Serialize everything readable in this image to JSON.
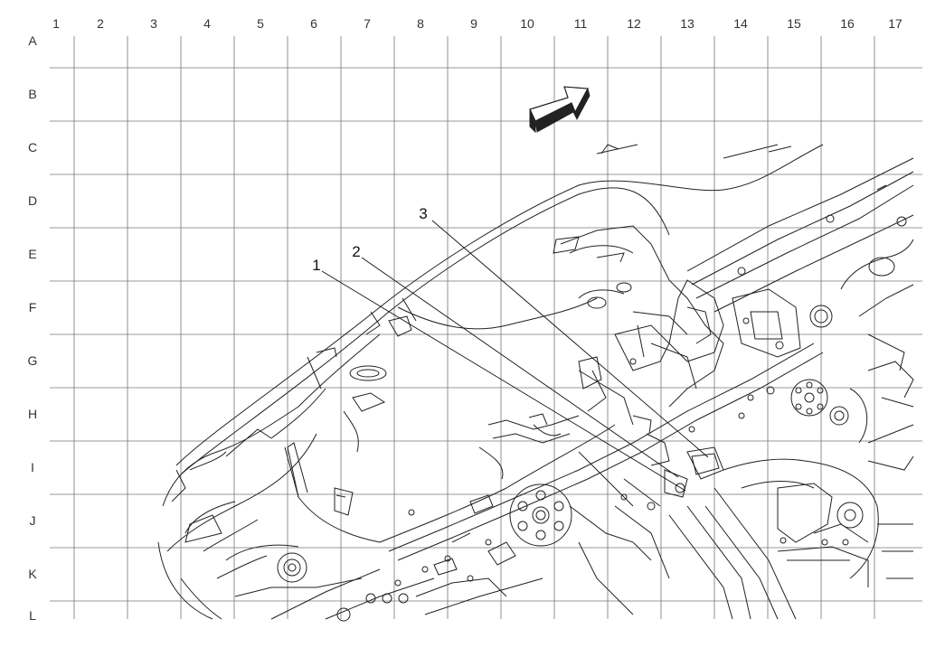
{
  "grid": {
    "columns": [
      "1",
      "2",
      "3",
      "4",
      "5",
      "6",
      "7",
      "8",
      "9",
      "10",
      "11",
      "12",
      "13",
      "14",
      "15",
      "16",
      "17"
    ],
    "rows": [
      "A",
      "B",
      "C",
      "D",
      "E",
      "F",
      "G",
      "H",
      "I",
      "J",
      "K",
      "L"
    ]
  },
  "callouts": [
    {
      "label": "1"
    },
    {
      "label": "2"
    },
    {
      "label": "3"
    }
  ],
  "colors": {
    "line": "#222222",
    "grid": "#777777",
    "background": "#ffffff"
  }
}
